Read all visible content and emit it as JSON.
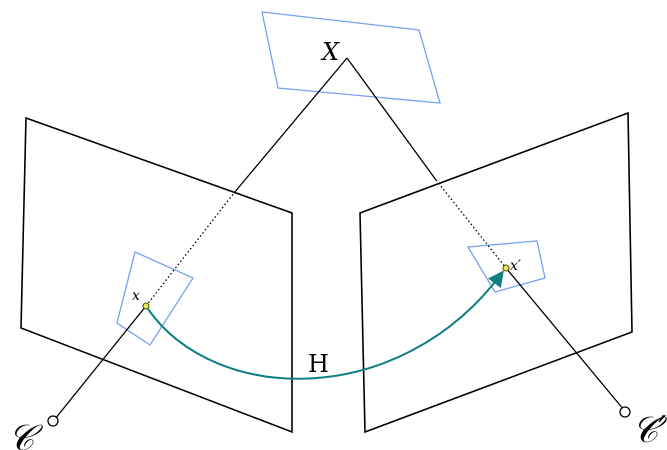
{
  "labels": {
    "world_point": "X",
    "image_point_left": "x",
    "image_point_right": "x′",
    "homography": "H",
    "camera_left": "𝒞",
    "camera_right": "𝒞′"
  },
  "colors": {
    "image_plane_stroke": "#000000",
    "scene_plane_stroke": "#7aa0f0",
    "homography_arrow": "#0f7f7f",
    "point_fill": "#e8e85a",
    "point_stroke": "#4a4a00",
    "camera_center_fill": "#ffffff",
    "ray_color": "#000000"
  }
}
